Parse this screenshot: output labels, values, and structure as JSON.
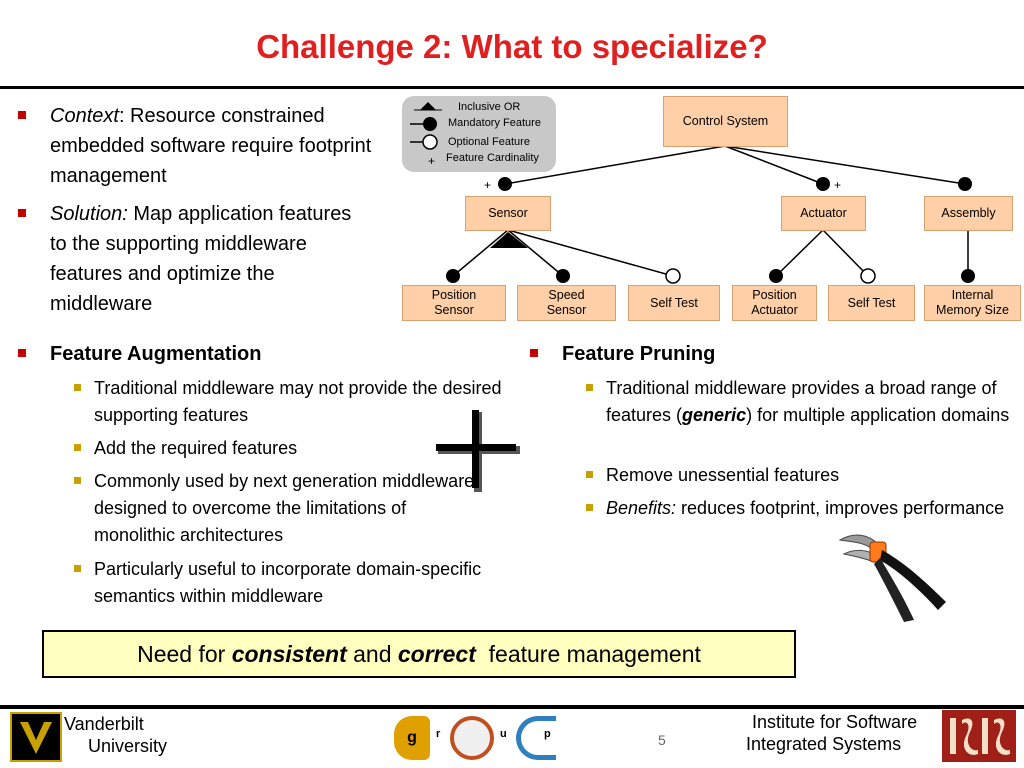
{
  "slide": {
    "title": "Challenge 2: What to specialize?",
    "page_number": "5"
  },
  "intro_bullets": [
    {
      "lead": "Context",
      "text": ": Resource constrained embedded software require footprint management"
    },
    {
      "lead": "Solution:",
      "text": " Map application features to the supporting middleware features and optimize the middleware"
    }
  ],
  "legend": {
    "inclusive_or": "Inclusive OR",
    "mandatory": "Mandatory Feature",
    "optional": "Optional Feature",
    "cardinality": "Feature Cardinality",
    "plus": "+"
  },
  "feature_model": {
    "root": "Control System",
    "level1": [
      "Sensor",
      "Actuator",
      "Assembly"
    ],
    "plus": "+",
    "leaves": {
      "position_sensor": [
        "Position",
        "Sensor"
      ],
      "speed_sensor": [
        "Speed",
        "Sensor"
      ],
      "self_test_1": "Self Test",
      "position_actuator": [
        "Position",
        "Actuator"
      ],
      "self_test_2": "Self Test",
      "internal_memory": [
        "Internal",
        "Memory Size"
      ]
    }
  },
  "augmentation": {
    "heading": "Feature Augmentation",
    "items": [
      "Traditional middleware may not provide the desired supporting features",
      "Add the required features",
      "Commonly used by next generation middleware designed to overcome the limitations of monolithic architectures",
      "Particularly useful to incorporate domain-specific semantics within middleware"
    ]
  },
  "pruning": {
    "heading": "Feature Pruning",
    "item1_a": "Traditional middleware provides a broad range of features (",
    "item1_em": "generic",
    "item1_b": ") for multiple application domains",
    "item2": "Remove unessential features",
    "item3_lead": "Benefits:",
    "item3_text": " reduces footprint, improves performance"
  },
  "callout": {
    "pre": "Need for ",
    "em1": "consistent",
    "mid": " and ",
    "em2": "correct",
    "post": "  feature management"
  },
  "footer": {
    "left_line1": "Vanderbilt",
    "left_line2": "University",
    "right_line1": "Institute for Software",
    "right_line2": "Integrated Systems",
    "doc_letters": [
      "g",
      "r",
      "u",
      "p"
    ],
    "isis_logo": "ISIS"
  },
  "colors": {
    "title": "#e02020",
    "bullet": "#c00000",
    "sub_bullet": "#c8a000",
    "feature_box": "#ffd0a8",
    "callout_bg": "#ffffc0"
  }
}
